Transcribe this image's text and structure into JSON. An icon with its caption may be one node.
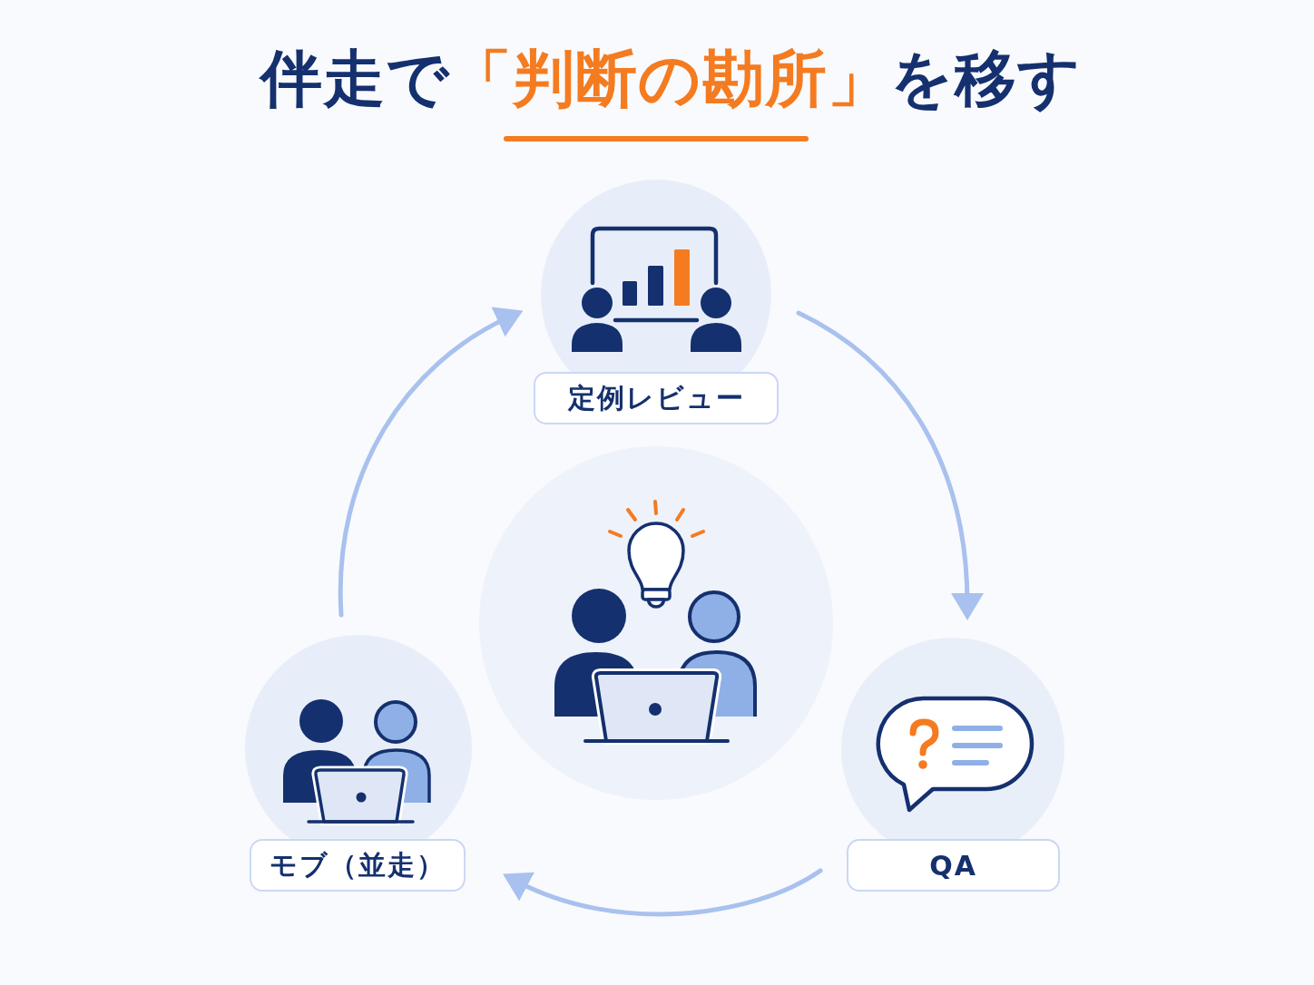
{
  "diagram": {
    "title": "伴走で**「判断の勘所」**を移す",
    "nodes": [
      {
        "text": [
          "定例レビュー"
        ]
      },
      {
        "text": [],
        "shape": "picture"
      },
      {
        "text": [
          "モブ（並走）"
        ]
      },
      {
        "text": [
          "QA"
        ]
      }
    ],
    "edges": [
      {
        "from": 0,
        "to": 3,
        "arrow": "to"
      },
      {
        "from": 3,
        "to": 2,
        "arrow": "to"
      },
      {
        "from": 2,
        "to": 0,
        "arrow": "to"
      }
    ]
  }
}
